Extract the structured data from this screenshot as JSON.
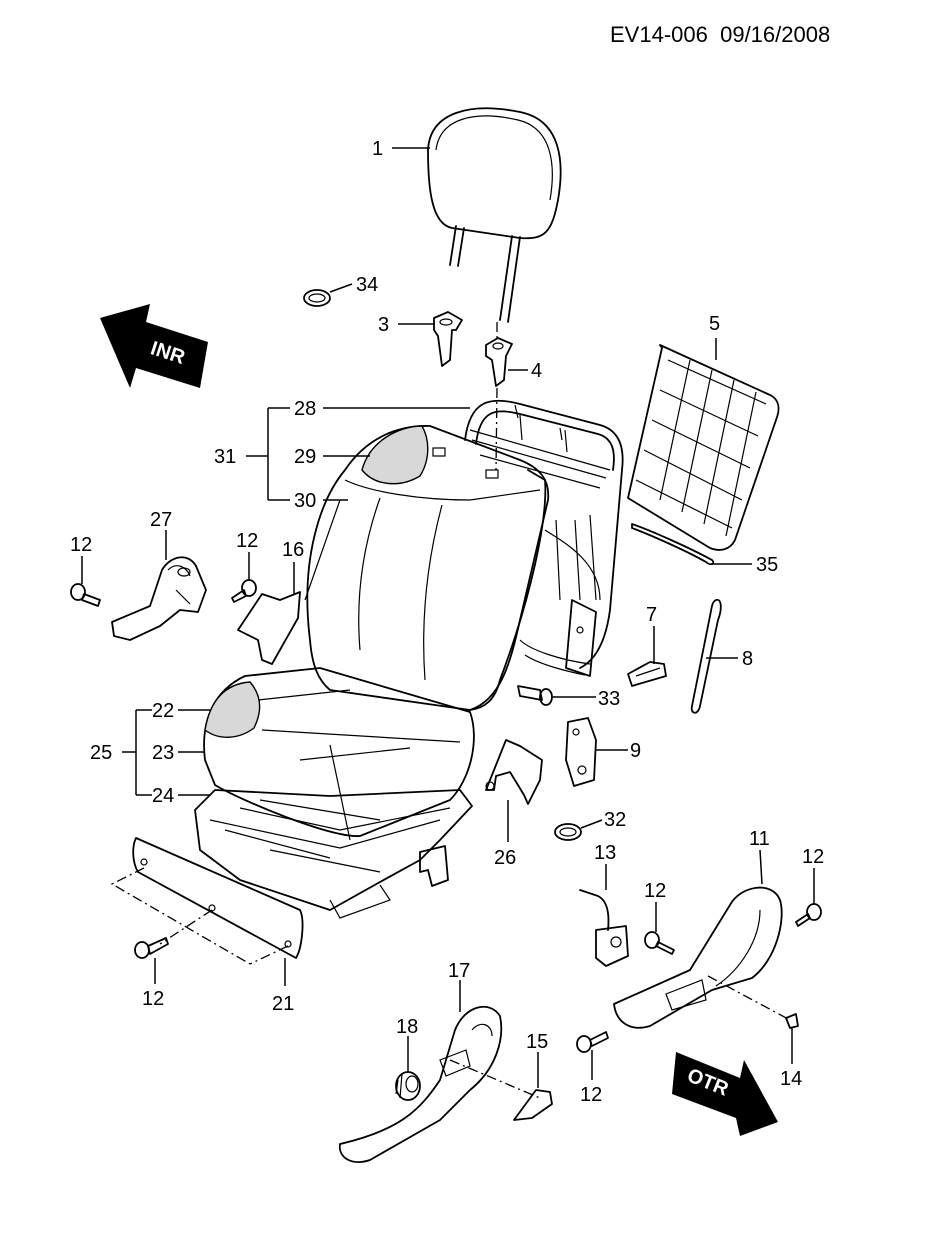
{
  "header": {
    "doc_id": "EV14-006",
    "date": "09/16/2008"
  },
  "direction_arrows": {
    "inner": "INR",
    "outer": "OTR"
  },
  "callouts": {
    "c1": "1",
    "c3": "3",
    "c4": "4",
    "c5": "5",
    "c7": "7",
    "c8": "8",
    "c9": "9",
    "c11": "11",
    "c12a": "12",
    "c12b": "12",
    "c12c": "12",
    "c12d": "12",
    "c12e": "12",
    "c12f": "12",
    "c13": "13",
    "c14": "14",
    "c15": "15",
    "c16": "16",
    "c17": "17",
    "c18": "18",
    "c21": "21",
    "c22": "22",
    "c23": "23",
    "c24": "24",
    "c25": "25",
    "c26": "26",
    "c27": "27",
    "c28": "28",
    "c29": "29",
    "c30": "30",
    "c31": "31",
    "c32": "32",
    "c33": "33",
    "c34": "34",
    "c35": "35"
  }
}
